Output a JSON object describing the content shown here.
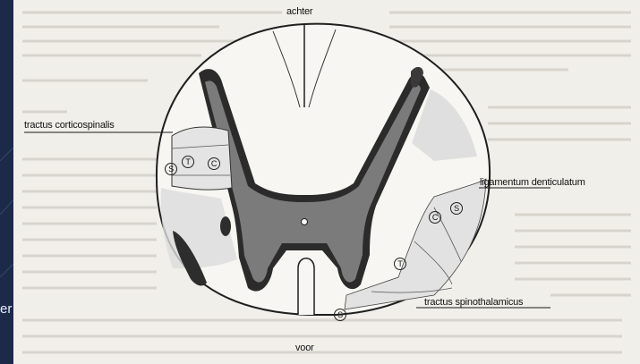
{
  "slide": {
    "partial_text": "er"
  },
  "figure": {
    "labels": {
      "top": "achter",
      "bottom": "voor",
      "left": "tractus corticospinalis",
      "right_upper": "ligamentum denticulatum",
      "right_lower": "tractus spinothalamicus"
    },
    "tract_numbers": {
      "left_group": [
        "S",
        "T",
        "C"
      ],
      "right_group": [
        "C",
        "S",
        "T",
        "S"
      ]
    }
  },
  "colors": {
    "slide_background": "#1c2a4a",
    "paper": "#f1efe9",
    "grey_matter": "#7b7b7b",
    "dark_fill": "#2b2b2b",
    "light_fill": "#cfcfcf"
  }
}
